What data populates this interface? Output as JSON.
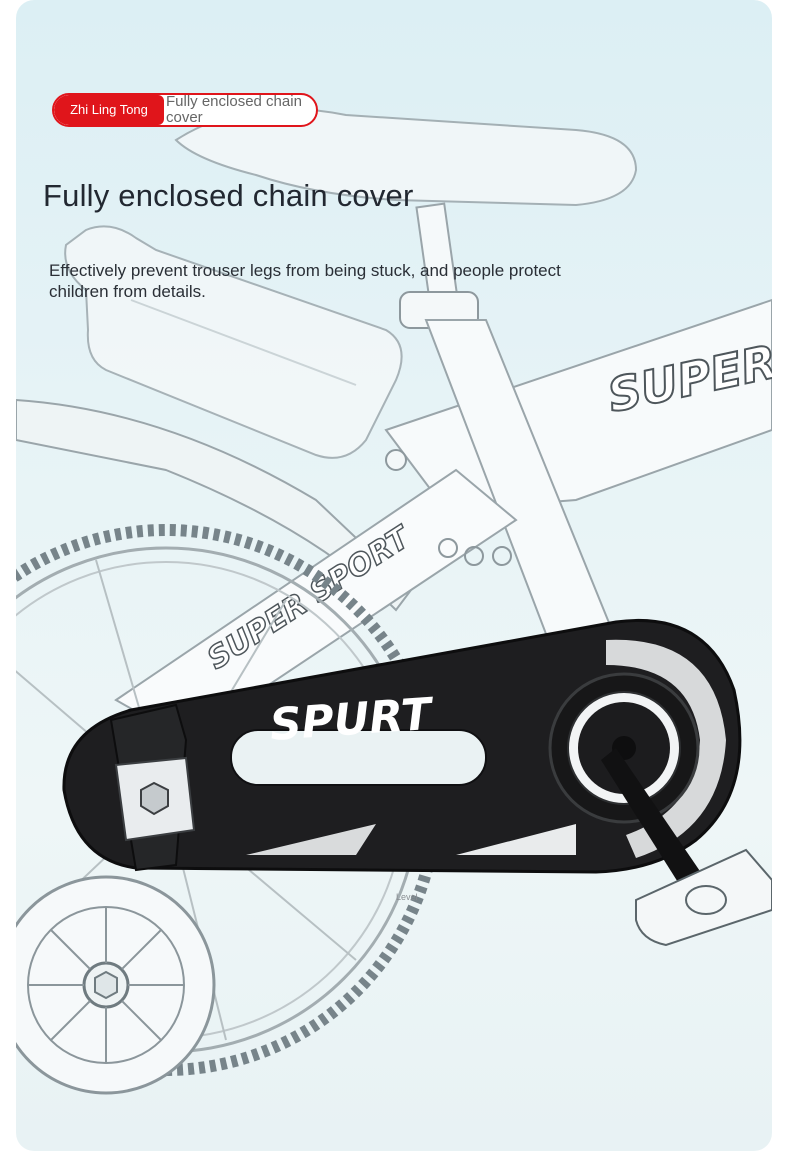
{
  "badge": {
    "brand": "Zhi Ling Tong",
    "label": "Fully enclosed chain cover"
  },
  "headline": "Fully enclosed chain cover",
  "description": "Effectively prevent trouser legs from being stuck, and people protect children from details.",
  "graphics": {
    "frame_text_1": "SUPER",
    "frame_text_2": "SUPER SPORT",
    "cover_text": "SPURT",
    "watermark": "Level"
  },
  "colors": {
    "accent": "#e0151b",
    "cover": "#1e1e20",
    "background": "#dceff4"
  }
}
